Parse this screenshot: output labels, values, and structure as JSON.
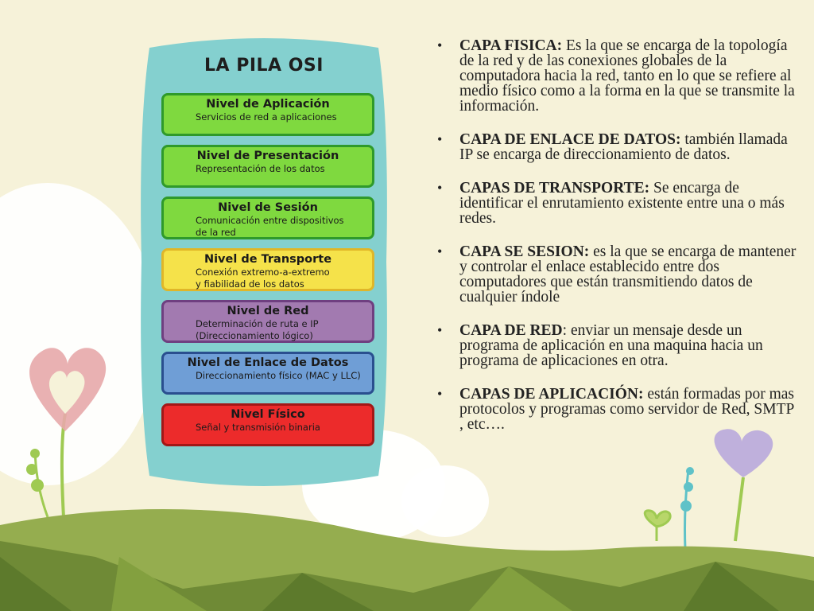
{
  "colors": {
    "background": "#f6f2d9",
    "panel": "#84d0cf",
    "hill_dark": "#6f8a36",
    "hill_light": "#95ad4f",
    "heart_pink": "#e7a8aa",
    "heart_purple": "#b9a8dc",
    "stem_green": "#9fca52"
  },
  "osi": {
    "title": "LA PILA OSI",
    "layers": [
      {
        "name": "Nivel de Aplicación",
        "desc1": "Servicios de red a aplicaciones",
        "desc2": "",
        "fill": "#7fd93f",
        "border": "#2f9a2a"
      },
      {
        "name": "Nivel de Presentación",
        "desc1": "Representación de los datos",
        "desc2": "",
        "fill": "#7fd93f",
        "border": "#2f9a2a"
      },
      {
        "name": "Nivel de Sesión",
        "desc1": "Comunicación entre dispositivos",
        "desc2": "de la red",
        "fill": "#7fd93f",
        "border": "#2f9a2a"
      },
      {
        "name": "Nivel de Transporte",
        "desc1": "Conexión extremo-a-extremo",
        "desc2": "y fiabilidad de los datos",
        "fill": "#f5e24a",
        "border": "#e0b628"
      },
      {
        "name": "Nivel de Red",
        "desc1": "Determinación de ruta e IP",
        "desc2": "(Direccionamiento lógico)",
        "fill": "#a27ab0",
        "border": "#6f3f80"
      },
      {
        "name": "Nivel de Enlace de Datos",
        "desc1": "Direccionamiento físico (MAC y LLC)",
        "desc2": "",
        "fill": "#6f9ed6",
        "border": "#2a4f8f"
      },
      {
        "name": "Nivel Físico",
        "desc1": "Señal y transmisión binaria",
        "desc2": "",
        "fill": "#ec2b2b",
        "border": "#a31717"
      }
    ]
  },
  "bullets": [
    {
      "title": "CAPA FISICA:",
      "text": " Es la que se encarga de la topología de la red y de las conexiones globales de la computadora hacia la red, tanto en lo que se refiere al medio físico como a la forma en la que se transmite la información."
    },
    {
      "title": "CAPA DE ENLACE DE DATOS:",
      "text": " también llamada IP se encarga de direccionamiento de datos."
    },
    {
      "title": "CAPAS DE TRANSPORTE:",
      "text": " Se encarga de identificar el enrutamiento existente entre una o más redes."
    },
    {
      "title": "CAPA SE SESION:",
      "text": " es la que se encarga de mantener y controlar el enlace establecido entre dos computadores que están transmitiendo datos de cualquier índole"
    },
    {
      "title": "CAPA DE RED",
      "text": ": enviar un mensaje desde un programa de aplicación en una maquina hacia un programa de aplicaciones en otra."
    },
    {
      "title": "CAPAS DE APLICACIÓN:",
      "text": " están formadas por mas protocolos y programas como servidor de Red, SMTP , etc…."
    }
  ]
}
